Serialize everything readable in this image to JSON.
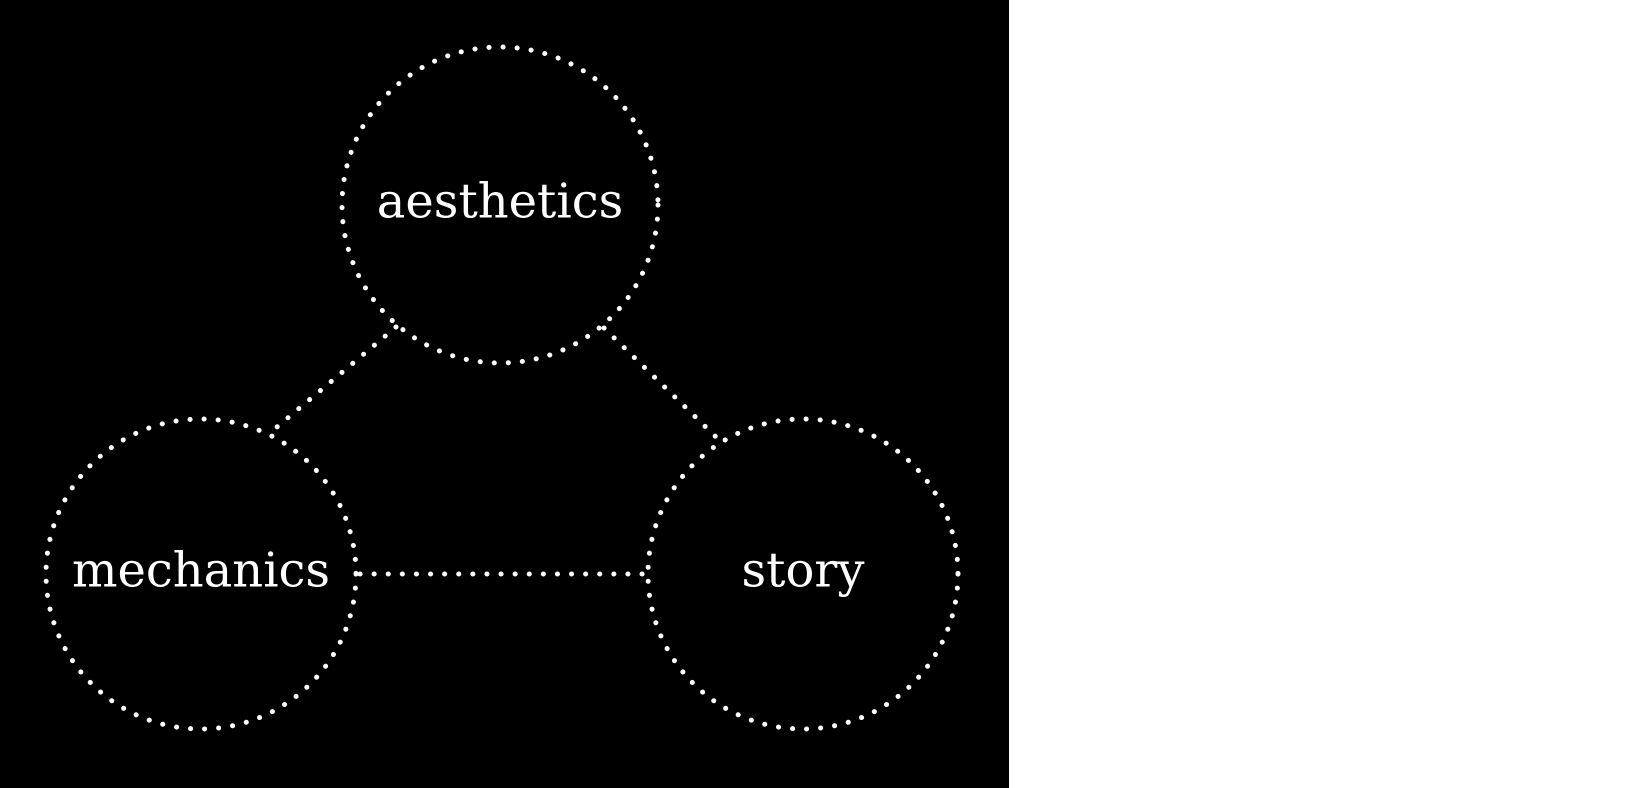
{
  "diagram": {
    "colors": {
      "background": "#000000",
      "foreground": "#ffffff",
      "page": "#ffffff"
    },
    "line_style": "dotted",
    "nodes": [
      {
        "id": "aesthetics",
        "label": "aesthetics"
      },
      {
        "id": "mechanics",
        "label": "mechanics"
      },
      {
        "id": "story",
        "label": "story"
      }
    ],
    "edges": [
      {
        "from": "aesthetics",
        "to": "mechanics"
      },
      {
        "from": "aesthetics",
        "to": "story"
      },
      {
        "from": "mechanics",
        "to": "story"
      }
    ]
  }
}
